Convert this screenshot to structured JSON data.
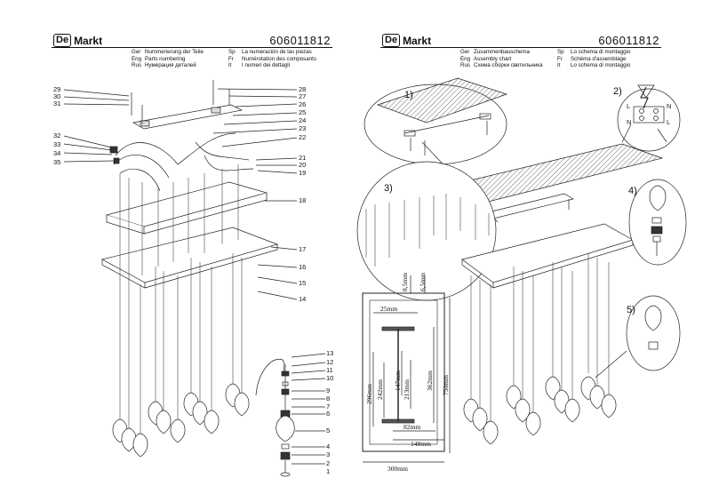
{
  "brand": {
    "box": "De",
    "name": "Markt"
  },
  "article": "606011812",
  "left": {
    "col1": [
      {
        "lang": "Ger",
        "text": "Nummerierung der Teile"
      },
      {
        "lang": "Eng",
        "text": "Parts numbering"
      },
      {
        "lang": "Rus",
        "text": "Нумерация деталей"
      }
    ],
    "col2": [
      {
        "lang": "Sp",
        "text": "La numeración de las piezas"
      },
      {
        "lang": "Fr",
        "text": "Numérotation des composants"
      },
      {
        "lang": "It",
        "text": "I numeri dei dettagli"
      }
    ],
    "part_numbers": [
      "29",
      "30",
      "31",
      "32",
      "33",
      "34",
      "35",
      "28",
      "27",
      "26",
      "25",
      "24",
      "23",
      "22",
      "21",
      "20",
      "19",
      "18",
      "17",
      "16",
      "15",
      "14",
      "13",
      "12",
      "11",
      "10",
      "9",
      "8",
      "7",
      "6",
      "5",
      "4",
      "3",
      "2",
      "1"
    ]
  },
  "right": {
    "col1": [
      {
        "lang": "Ger",
        "text": "Zusammenbauschema"
      },
      {
        "lang": "Eng",
        "text": "Assembly chart"
      },
      {
        "lang": "Rus",
        "text": "Схема сборки светильника"
      }
    ],
    "col2": [
      {
        "lang": "Sp",
        "text": "Lo schema di montaggio"
      },
      {
        "lang": "Fr",
        "text": "Schéma d'assemblage"
      },
      {
        "lang": "It",
        "text": "Lo schema di montaggio"
      }
    ],
    "steps": [
      "1)",
      "2)",
      "3)",
      "4)",
      "5)"
    ],
    "terminal": {
      "l": "L",
      "n": "N"
    },
    "dimensions": {
      "d1": "8,5mm",
      "d2": "6,5mm",
      "d3": "25mm",
      "d4": "296mm",
      "d5": "242mm",
      "d6": "147mm",
      "d7": "213mm",
      "d8": "362mm",
      "d9": "750mm",
      "d10": "82mm",
      "d11": "148mm",
      "d12": "300mm"
    }
  }
}
